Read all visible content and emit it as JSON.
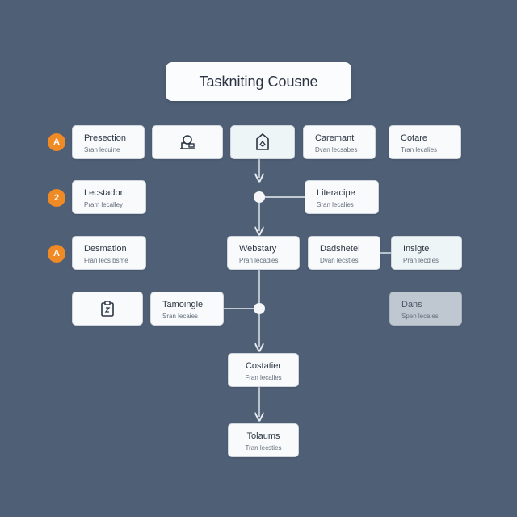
{
  "title": "Taskniting Cousne",
  "badges": [
    "A",
    "2",
    "A"
  ],
  "nodes": {
    "presection": {
      "title": "Presection",
      "sub": "Sran lecuine"
    },
    "person": {
      "icon": "person-desk-icon"
    },
    "document": {
      "icon": "document-tag-icon"
    },
    "caremant": {
      "title": "Caremant",
      "sub": "Dvan lecsabes"
    },
    "cotare": {
      "title": "Cotare",
      "sub": "Tran lecalies"
    },
    "lecstadon": {
      "title": "Lecstadon",
      "sub": "Pram lecalley"
    },
    "literacipe": {
      "title": "Literacipe",
      "sub": "Sran lecalies"
    },
    "desmation": {
      "title": "Desmation",
      "sub": "Fran lecs bsme"
    },
    "webstary": {
      "title": "Webstary",
      "sub": "Pran lecadies"
    },
    "dadshetel": {
      "title": "Dadshetel",
      "sub": "Dvan lecsties"
    },
    "insigte": {
      "title": "Insigte",
      "sub": "Pran lecdies"
    },
    "clipboard": {
      "icon": "clipboard-icon"
    },
    "tamoingle": {
      "title": "Tamoingle",
      "sub": "Sran lecaies"
    },
    "dans": {
      "title": "Dans",
      "sub": "Spen lecaies"
    },
    "costatier": {
      "title": "Costatier",
      "sub": "Fran lecalles"
    },
    "tolaums": {
      "title": "Tolaums",
      "sub": "Tran lecsties"
    }
  }
}
